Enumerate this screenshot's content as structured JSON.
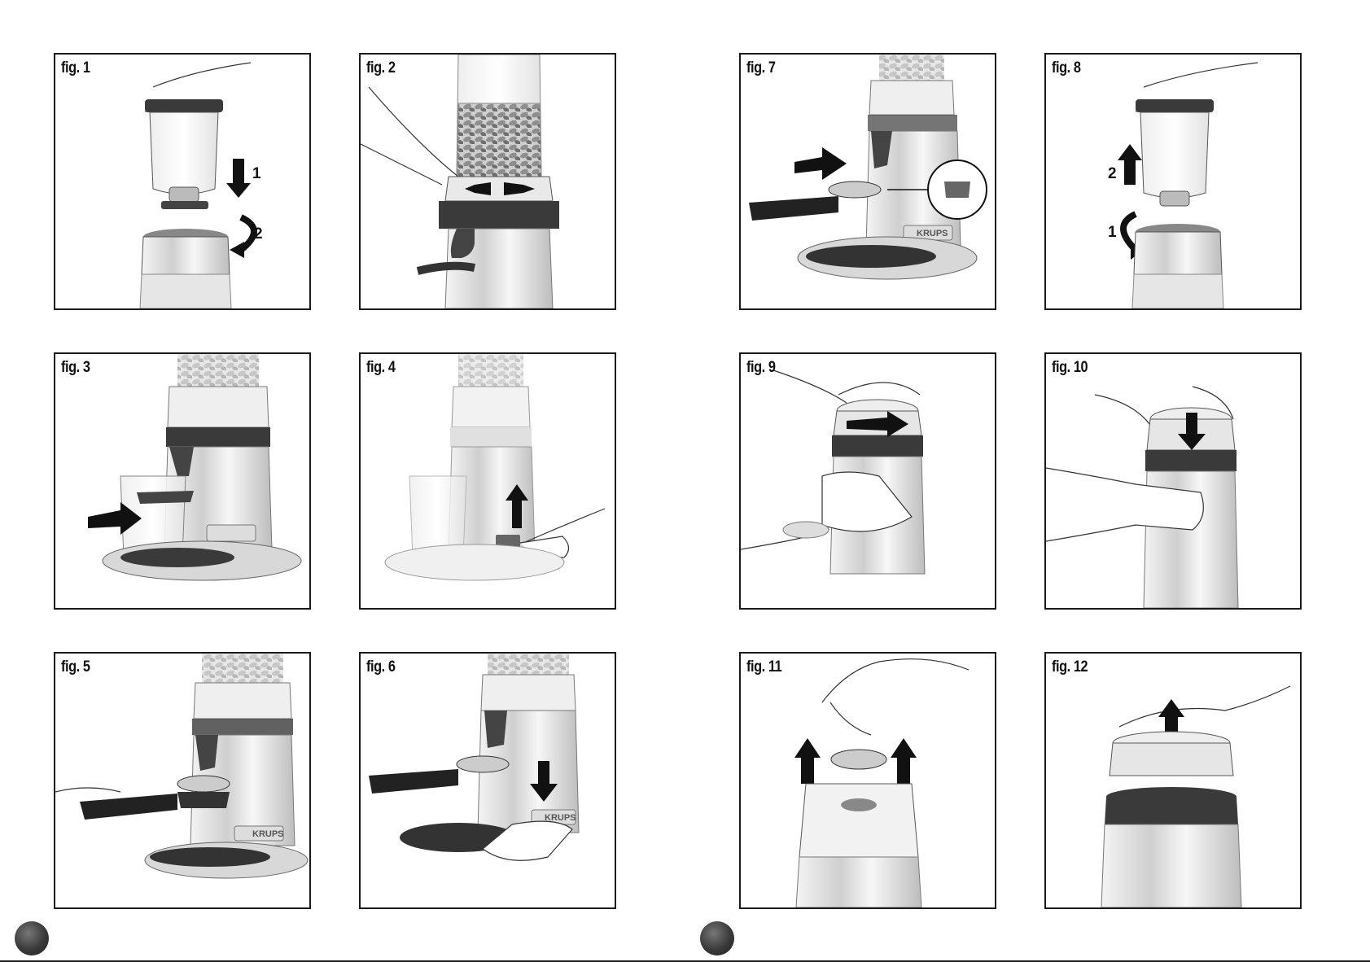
{
  "figures": [
    {
      "label": "fig. 1",
      "steps": [
        "1",
        "2"
      ]
    },
    {
      "label": "fig. 2"
    },
    {
      "label": "fig. 3"
    },
    {
      "label": "fig. 4"
    },
    {
      "label": "fig. 5",
      "brand": "KRUPS"
    },
    {
      "label": "fig. 6",
      "brand": "KRUPS"
    },
    {
      "label": "fig. 7",
      "brand": "KRUPS"
    },
    {
      "label": "fig. 8",
      "steps": [
        "2",
        "1"
      ]
    },
    {
      "label": "fig. 9"
    },
    {
      "label": "fig. 10"
    },
    {
      "label": "fig. 11"
    },
    {
      "label": "fig. 12"
    }
  ],
  "colors": {
    "frame": "#1a1a1a",
    "metal": "#d8d8d8",
    "band": "#3a3a3a",
    "arrow": "#111111"
  }
}
